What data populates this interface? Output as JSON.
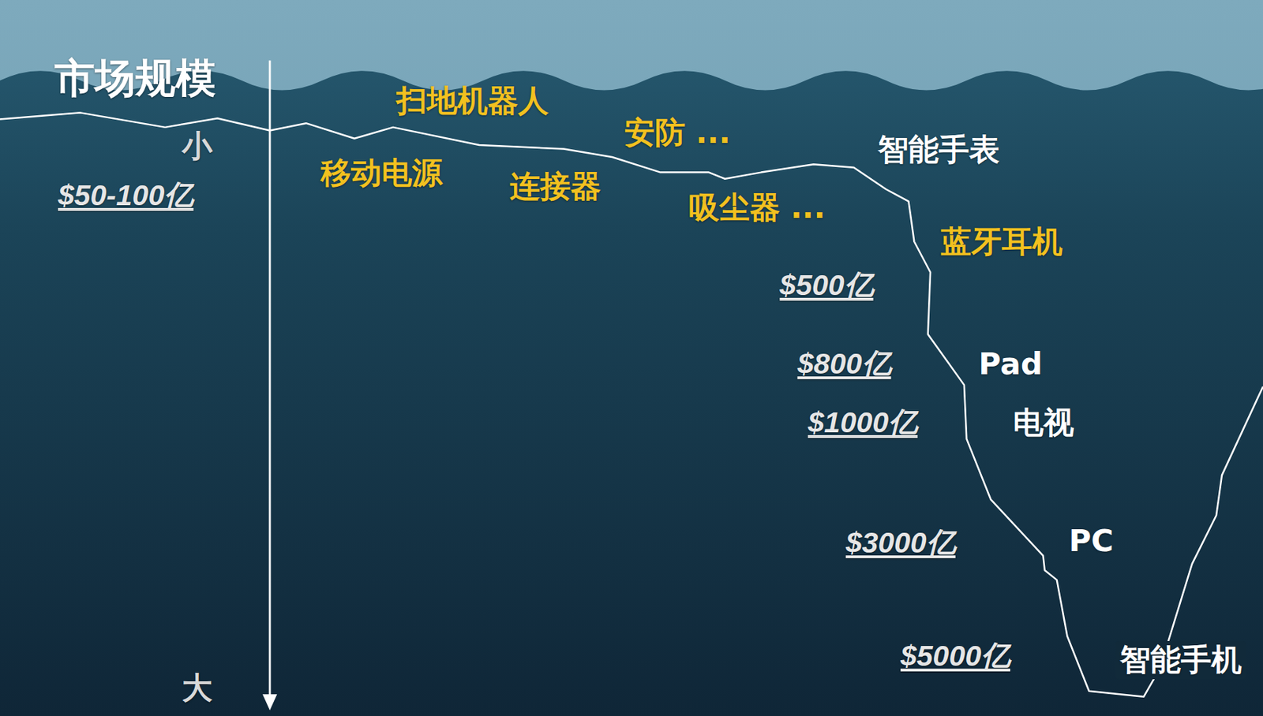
{
  "diagram": {
    "labels": [
      "市场规模",
      "小",
      "$50-100亿",
      "大",
      "扫地机器人",
      "安防 ...",
      "移动电源",
      "连接器",
      "吸尘器 ...",
      "智能手表",
      "蓝牙耳机",
      "$500亿",
      "$800亿",
      "Pad",
      "$1000亿",
      "电视",
      "$3000亿",
      "PC",
      "$5000亿",
      "智能手机"
    ]
  }
}
